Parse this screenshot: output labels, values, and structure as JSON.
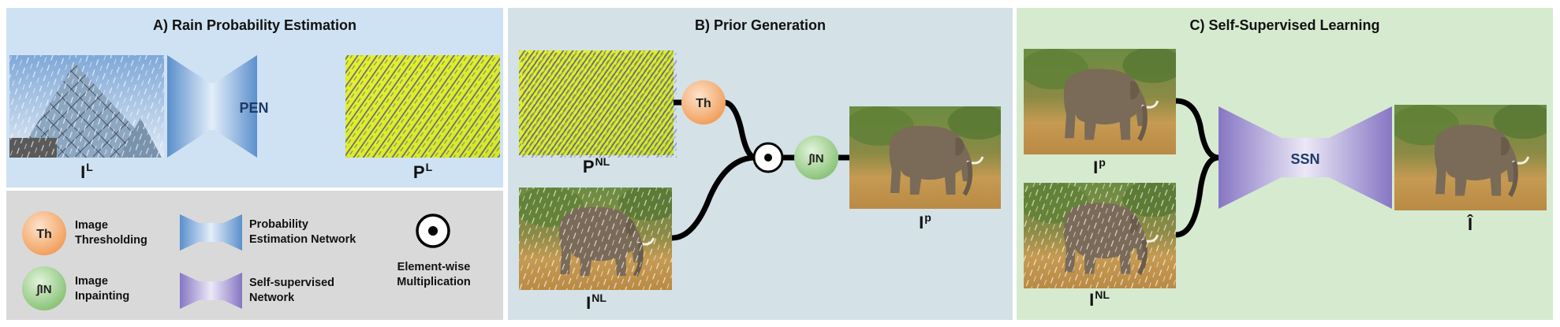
{
  "panels": {
    "a_title": "A) Rain Probability Estimation",
    "b_title": "B) Prior Generation",
    "c_title": "C) Self-Supervised Learning"
  },
  "labels": {
    "i_l": {
      "base": "I",
      "sup": "L"
    },
    "p_l": {
      "base": "P",
      "sup": "L"
    },
    "p_nl": {
      "base": "P",
      "sup": "NL"
    },
    "i_nl_b": {
      "base": "I",
      "sup": "NL"
    },
    "i_p_b": {
      "base": "I",
      "sup": "p"
    },
    "i_p_c": {
      "base": "I",
      "sup": "p"
    },
    "i_nl_c": {
      "base": "I",
      "sup": "NL"
    },
    "i_hat": "Î"
  },
  "networks": {
    "pen": "PEN",
    "ssn": "SSN"
  },
  "operators": {
    "th": "Th",
    "inpaint": "∫IN",
    "multiply": "⊙"
  },
  "legend": {
    "th_symbol": "Th",
    "th_line1": "Image",
    "th_line2": "Thresholding",
    "in_symbol": "∫IN",
    "in_line1": "Image",
    "in_line2": "Inpainting",
    "pen_line1": "Probability",
    "pen_line2": "Estimation Network",
    "ssn_line1": "Self-supervised",
    "ssn_line2": "Network",
    "mult_line1": "Element-wise",
    "mult_line2": "Multiplication"
  },
  "colors": {
    "panel_a_bg": "#cfe2f3",
    "panel_b_bg": "#d4e1e7",
    "panel_c_bg": "#d6ead0",
    "legend_bg": "#d9d9d9",
    "th_fill": "#f6a96a",
    "in_fill": "#9fd08f",
    "pen_fill": "#7aa7d8",
    "ssn_fill": "#9f8fcf"
  }
}
